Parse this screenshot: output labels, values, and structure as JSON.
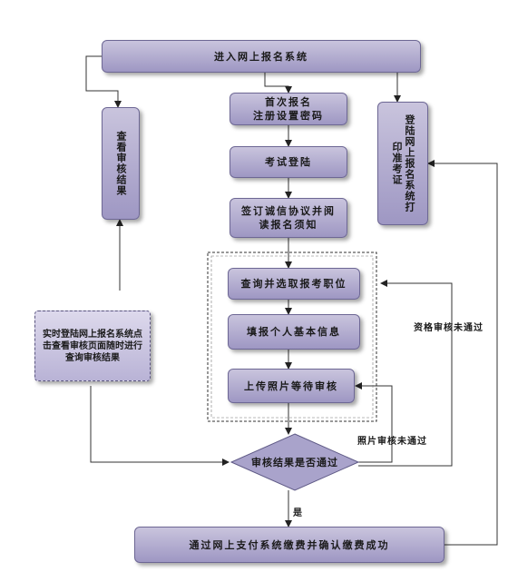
{
  "nodes": {
    "enter_system": "进入网上报名系统",
    "first_register": "首次报名\n注册设置密码",
    "exam_login": "考试登陆",
    "sign_agreement": "签订诚信协议并阅读报名须知",
    "query_position": "查询并选取报考职位",
    "fill_info": "填报个人基本信息",
    "upload_photo": "上传照片等待审核",
    "review_decision": "审核结果是否通过",
    "pay": "通过网上支付系统缴费并确认缴费成功",
    "view_result": "查看审核结果",
    "print_ticket": "登陆网上报名系统打印准考证",
    "realtime_note": "实时登陆网上报名系统点击查看审核页面随时进行查询审核结果"
  },
  "labels": {
    "qualification_fail": "资格审核未通过",
    "photo_fail": "照片审核未通过",
    "yes": "是"
  }
}
